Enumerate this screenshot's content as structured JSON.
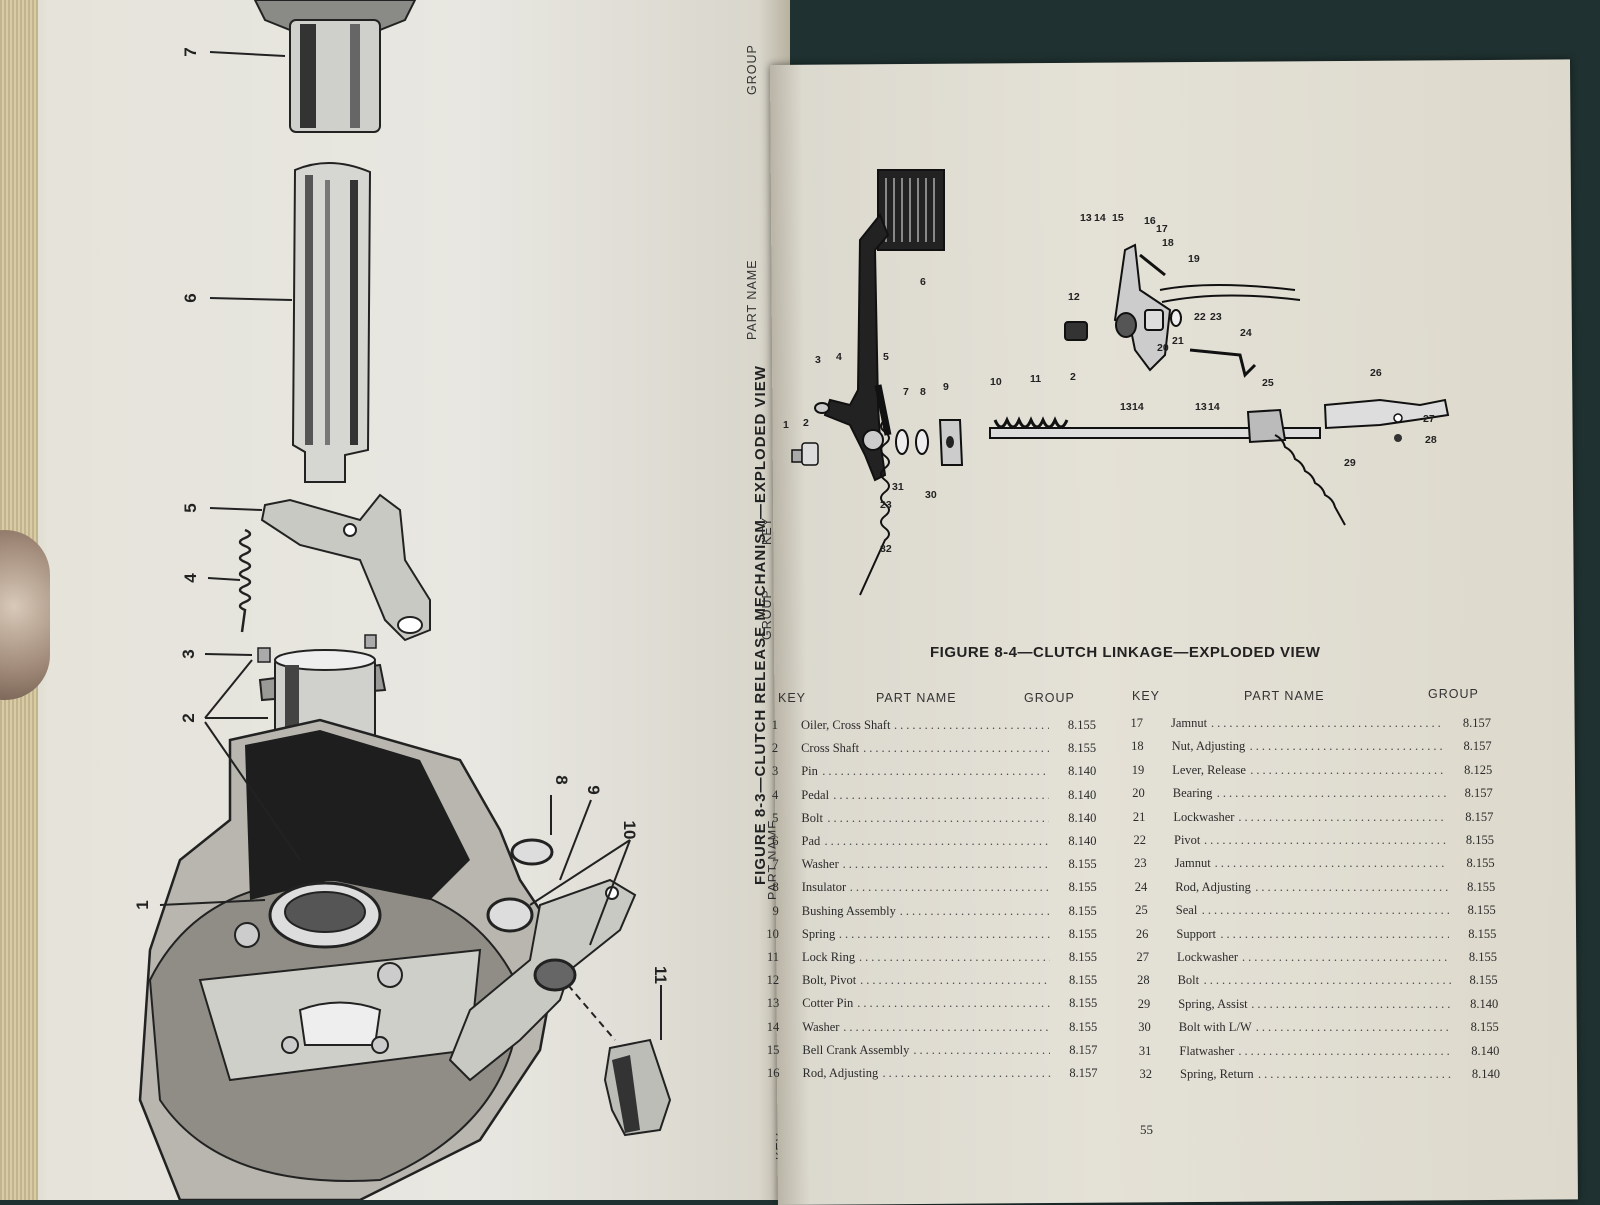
{
  "left_page": {
    "caption": "FIGURE 8-3—CLUTCH RELEASE MECHANISM—EXPLODED VIEW",
    "rotated_headers": {
      "group": "GROUP",
      "part_name": "PART NAME",
      "key": "KEY"
    },
    "callouts": [
      "1",
      "2",
      "3",
      "4",
      "5",
      "6",
      "7",
      "8",
      "9",
      "10",
      "11"
    ]
  },
  "right_page": {
    "caption": "FIGURE 8-4—CLUTCH LINKAGE—EXPLODED VIEW",
    "callouts": [
      "1",
      "2",
      "3",
      "4",
      "5",
      "6",
      "7",
      "8",
      "9",
      "10",
      "11",
      "2",
      "12",
      "13",
      "14",
      "15",
      "16",
      "17",
      "18",
      "19",
      "20",
      "21",
      "22",
      "23",
      "24",
      "13",
      "14",
      "13",
      "14",
      "25",
      "26",
      "27",
      "28",
      "29",
      "30",
      "31",
      "23",
      "32"
    ],
    "table_headers": {
      "key": "KEY",
      "part_name": "PART NAME",
      "group": "GROUP"
    },
    "parts_left": [
      {
        "key": "1",
        "name": "Oiler, Cross Shaft",
        "group": "8.155"
      },
      {
        "key": "2",
        "name": "Cross Shaft",
        "group": "8.155"
      },
      {
        "key": "3",
        "name": "Pin",
        "group": "8.140"
      },
      {
        "key": "4",
        "name": "Pedal",
        "group": "8.140"
      },
      {
        "key": "5",
        "name": "Bolt",
        "group": "8.140"
      },
      {
        "key": "6",
        "name": "Pad",
        "group": "8.140"
      },
      {
        "key": "7",
        "name": "Washer",
        "group": "8.155"
      },
      {
        "key": "8",
        "name": "Insulator",
        "group": "8.155"
      },
      {
        "key": "9",
        "name": "Bushing Assembly",
        "group": "8.155"
      },
      {
        "key": "10",
        "name": "Spring",
        "group": "8.155"
      },
      {
        "key": "11",
        "name": "Lock Ring",
        "group": "8.155"
      },
      {
        "key": "12",
        "name": "Bolt, Pivot",
        "group": "8.155"
      },
      {
        "key": "13",
        "name": "Cotter Pin",
        "group": "8.155"
      },
      {
        "key": "14",
        "name": "Washer",
        "group": "8.155"
      },
      {
        "key": "15",
        "name": "Bell Crank Assembly",
        "group": "8.157"
      },
      {
        "key": "16",
        "name": "Rod, Adjusting",
        "group": "8.157"
      }
    ],
    "parts_right": [
      {
        "key": "17",
        "name": "Jamnut",
        "group": "8.157"
      },
      {
        "key": "18",
        "name": "Nut, Adjusting",
        "group": "8.157"
      },
      {
        "key": "19",
        "name": "Lever, Release",
        "group": "8.125"
      },
      {
        "key": "20",
        "name": "Bearing",
        "group": "8.157"
      },
      {
        "key": "21",
        "name": "Lockwasher",
        "group": "8.157"
      },
      {
        "key": "22",
        "name": "Pivot",
        "group": "8.155"
      },
      {
        "key": "23",
        "name": "Jamnut",
        "group": "8.155"
      },
      {
        "key": "24",
        "name": "Rod, Adjusting",
        "group": "8.155"
      },
      {
        "key": "25",
        "name": "Seal",
        "group": "8.155"
      },
      {
        "key": "26",
        "name": "Support",
        "group": "8.155"
      },
      {
        "key": "27",
        "name": "Lockwasher",
        "group": "8.155"
      },
      {
        "key": "28",
        "name": "Bolt",
        "group": "8.155"
      },
      {
        "key": "29",
        "name": "Spring, Assist",
        "group": "8.140"
      },
      {
        "key": "30",
        "name": "Bolt with L/W",
        "group": "8.155"
      },
      {
        "key": "31",
        "name": "Flatwasher",
        "group": "8.140"
      },
      {
        "key": "32",
        "name": "Spring, Return",
        "group": "8.140"
      }
    ],
    "page_number": "55"
  }
}
